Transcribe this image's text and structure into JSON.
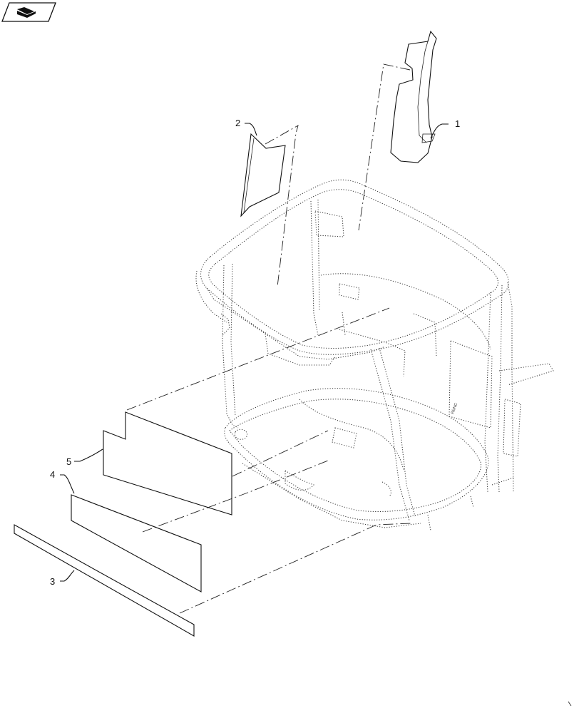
{
  "header": {
    "icon": "book-page-icon"
  },
  "callouts": [
    {
      "id": "1",
      "label": "1"
    },
    {
      "id": "2",
      "label": "2"
    },
    {
      "id": "3",
      "label": "3"
    },
    {
      "id": "4",
      "label": "4"
    },
    {
      "id": "5",
      "label": "5"
    }
  ],
  "cab_decal_text": "RbNC"
}
